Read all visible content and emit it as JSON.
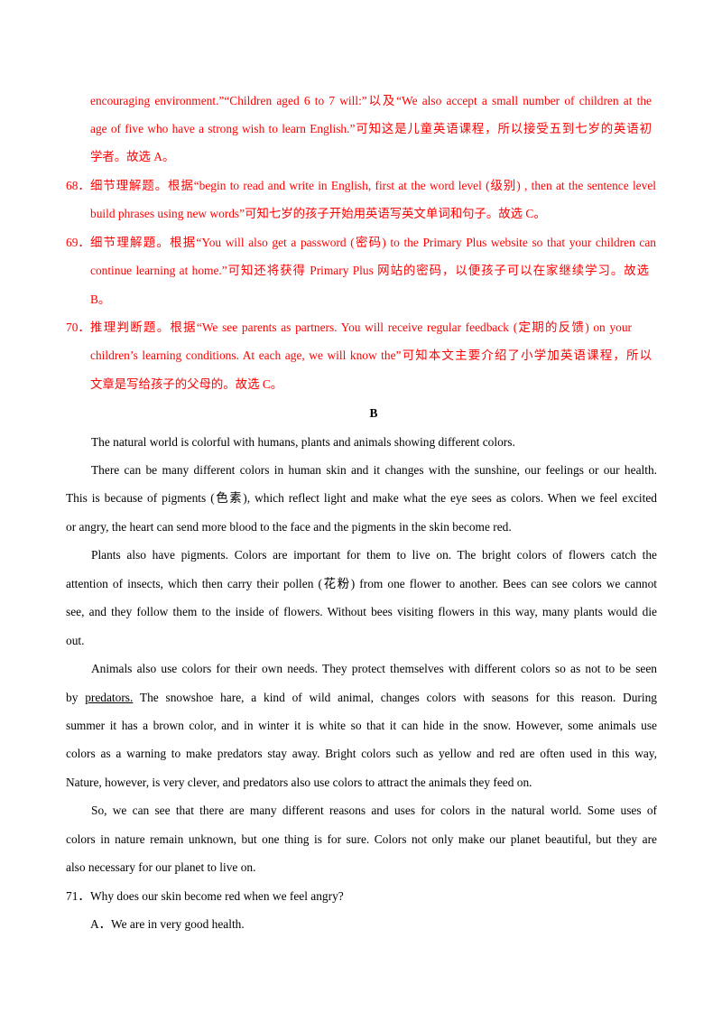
{
  "answers_continued": {
    "line1": "encouraging environment.”“Children aged 6 to 7 will:”以及“We also accept a small number of children at the",
    "line2": "age of five who have a strong wish to learn English.”可知这是儿童英语课程，所以接受五到七岁的英语初",
    "line3": "学者。故选 A。"
  },
  "answers": [
    {
      "number": "68．",
      "lines": [
        "细节理解题。根据“begin to read and write in English, first at the word level (级别) , then at the sentence level",
        "build phrases using new words”可知七岁的孩子开始用英语写英文单词和句子。故选 C。"
      ]
    },
    {
      "number": "69．",
      "lines": [
        "细节理解题。根据“You will also get a password (密码) to the Primary Plus website so that your children can",
        "continue learning at home.”可知还将获得 Primary Plus 网站的密码，以便孩子可以在家继续学习。故选",
        "B。"
      ]
    },
    {
      "number": "70．",
      "lines": [
        "推理判断题。根据“We see parents as partners. You will receive regular feedback (定期的反馈) on your",
        "children’s learning conditions. At each age, we will know the”可知本文主要介绍了小学加英语课程，所以",
        "文章是写给孩子的父母的。故选 C。"
      ]
    }
  ],
  "section_heading": "B",
  "passage": {
    "p1": "The natural world is colorful with humans, plants and animals showing different colors.",
    "p2_l1": "There can be many different colors in human skin and it changes with the sunshine, our feelings or our health.",
    "p2_l2": "This is because of pigments (色素), which reflect light and make what the eye sees as colors. When we feel excited",
    "p2_l3": "or angry, the heart can send more blood to the face and the pigments in the skin become red.",
    "p3_l1": "Plants also have pigments. Colors are important for them to live on. The bright colors of flowers catch the",
    "p3_l2": "attention of insects, which then carry their pollen (花粉) from one flower to another. Bees can see colors we cannot",
    "p3_l3": "see, and they follow them to the inside of flowers. Without bees visiting flowers in this way, many plants would die",
    "p3_l4": "out.",
    "p4_l1": "Animals also use colors for their own needs. They protect themselves with different colors so as not to be seen",
    "p4_l2_pre": "by ",
    "p4_l2_underlined": "predators.",
    "p4_l2_post": " The snowshoe hare, a kind of wild animal, changes colors with seasons for this reason. During",
    "p4_l3": "summer it has a brown color, and in winter it is white so that it can hide in the snow. However, some animals use",
    "p4_l4": "colors as a warning to make predators stay away. Bright colors such as yellow and red are often used in this way,",
    "p4_l5": "Nature, however, is very clever, and predators also use colors to attract the animals they feed on.",
    "p5_l1": "So, we can see that there are many different reasons and uses for colors in the natural world. Some uses of",
    "p5_l2": "colors in nature remain unknown, but one thing is for sure. Colors not only make our planet beautiful, but they are",
    "p5_l3": "also necessary for our planet to live on."
  },
  "question": {
    "number": "71．",
    "text": "Why does our skin become red when we feel angry?",
    "option_a": "A．We are in very good health."
  },
  "colors": {
    "answer_text": "#ff0000",
    "body_text": "#000000"
  }
}
